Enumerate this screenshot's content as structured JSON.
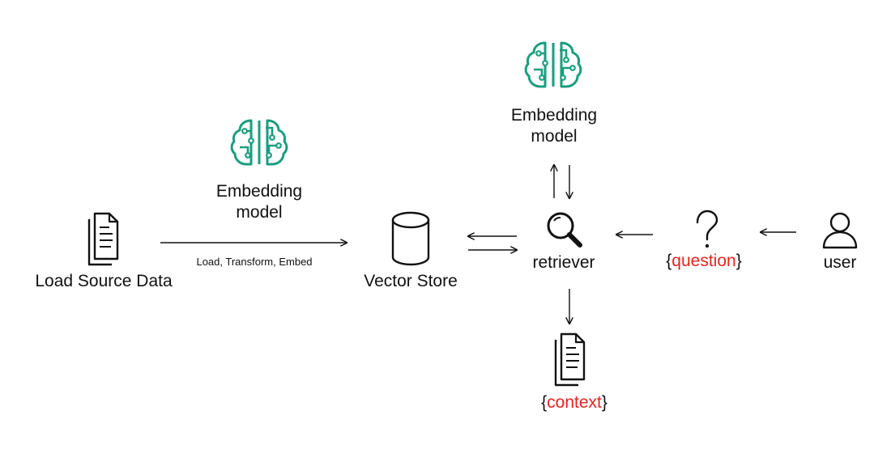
{
  "colors": {
    "accent": "#1a9e7f",
    "placeholder": "#e8231f",
    "stroke": "#111111"
  },
  "nodes": {
    "source": {
      "label": "Load Source Data",
      "icon": "documents-icon"
    },
    "embedding_left": {
      "label_line1": "Embedding",
      "label_line2": "model",
      "icon": "brain-circuit-icon"
    },
    "embedding_top": {
      "label_line1": "Embedding",
      "label_line2": "model",
      "icon": "brain-circuit-icon"
    },
    "vector_store": {
      "label": "Vector Store",
      "icon": "database-cylinder-icon"
    },
    "retriever": {
      "label": "retriever",
      "icon": "magnifier-icon"
    },
    "question": {
      "brace_open": "{",
      "word": "question",
      "brace_close": "}",
      "icon": "question-mark-icon"
    },
    "user": {
      "label": "user",
      "icon": "user-icon"
    },
    "context": {
      "brace_open": "{",
      "word": "context",
      "brace_close": "}",
      "icon": "documents-icon"
    }
  },
  "edges": {
    "load_label": "Load, Transform, Embed"
  }
}
